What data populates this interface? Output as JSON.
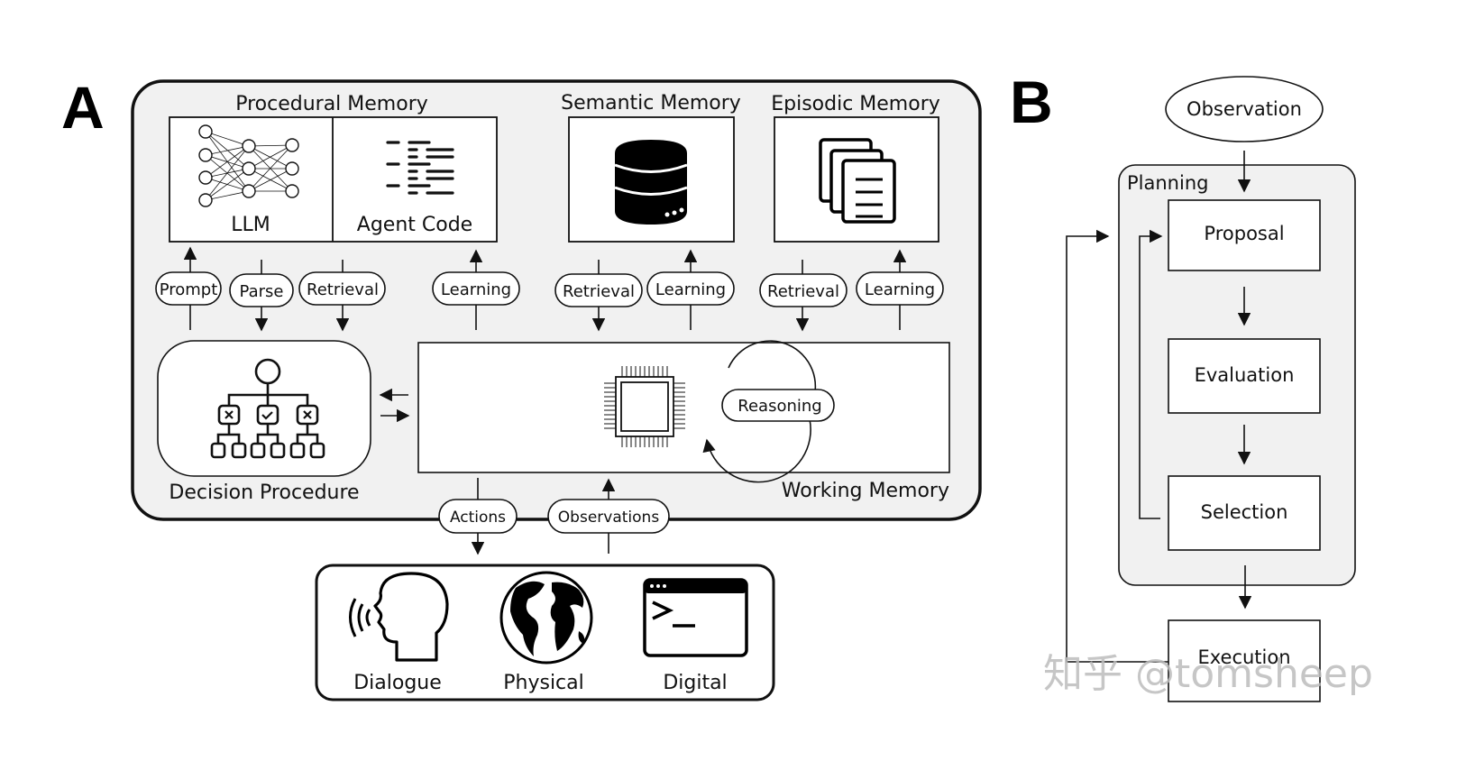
{
  "panel_a": {
    "letter": "A",
    "procedural_memory": {
      "title": "Procedural Memory",
      "llm_label": "LLM",
      "agent_code_label": "Agent Code"
    },
    "semantic_memory": {
      "title": "Semantic Memory"
    },
    "episodic_memory": {
      "title": "Episodic Memory"
    },
    "connectors": {
      "prompt": "Prompt",
      "parse": "Parse",
      "retrieval_procedural": "Retrieval",
      "learning_procedural": "Learning",
      "retrieval_semantic": "Retrieval",
      "learning_semantic": "Learning",
      "retrieval_episodic": "Retrieval",
      "learning_episodic": "Learning",
      "actions": "Actions",
      "observations": "Observations"
    },
    "decision_procedure": {
      "title": "Decision Procedure"
    },
    "working_memory": {
      "title": "Working Memory",
      "reasoning_label": "Reasoning"
    },
    "environment": {
      "items": [
        {
          "label": "Dialogue",
          "icon": "speaking-head-icon"
        },
        {
          "label": "Physical",
          "icon": "globe-icon"
        },
        {
          "label": "Digital",
          "icon": "terminal-window-icon"
        }
      ]
    }
  },
  "panel_b": {
    "letter": "B",
    "observation": "Observation",
    "planning": "Planning",
    "steps": [
      "Proposal",
      "Evaluation",
      "Selection"
    ],
    "execution": "Execution"
  },
  "watermark": "知乎 @tomsheep",
  "colors": {
    "panel_fill": "#f1f1f1",
    "box_fill": "#ffffff",
    "ink": "#111111"
  }
}
